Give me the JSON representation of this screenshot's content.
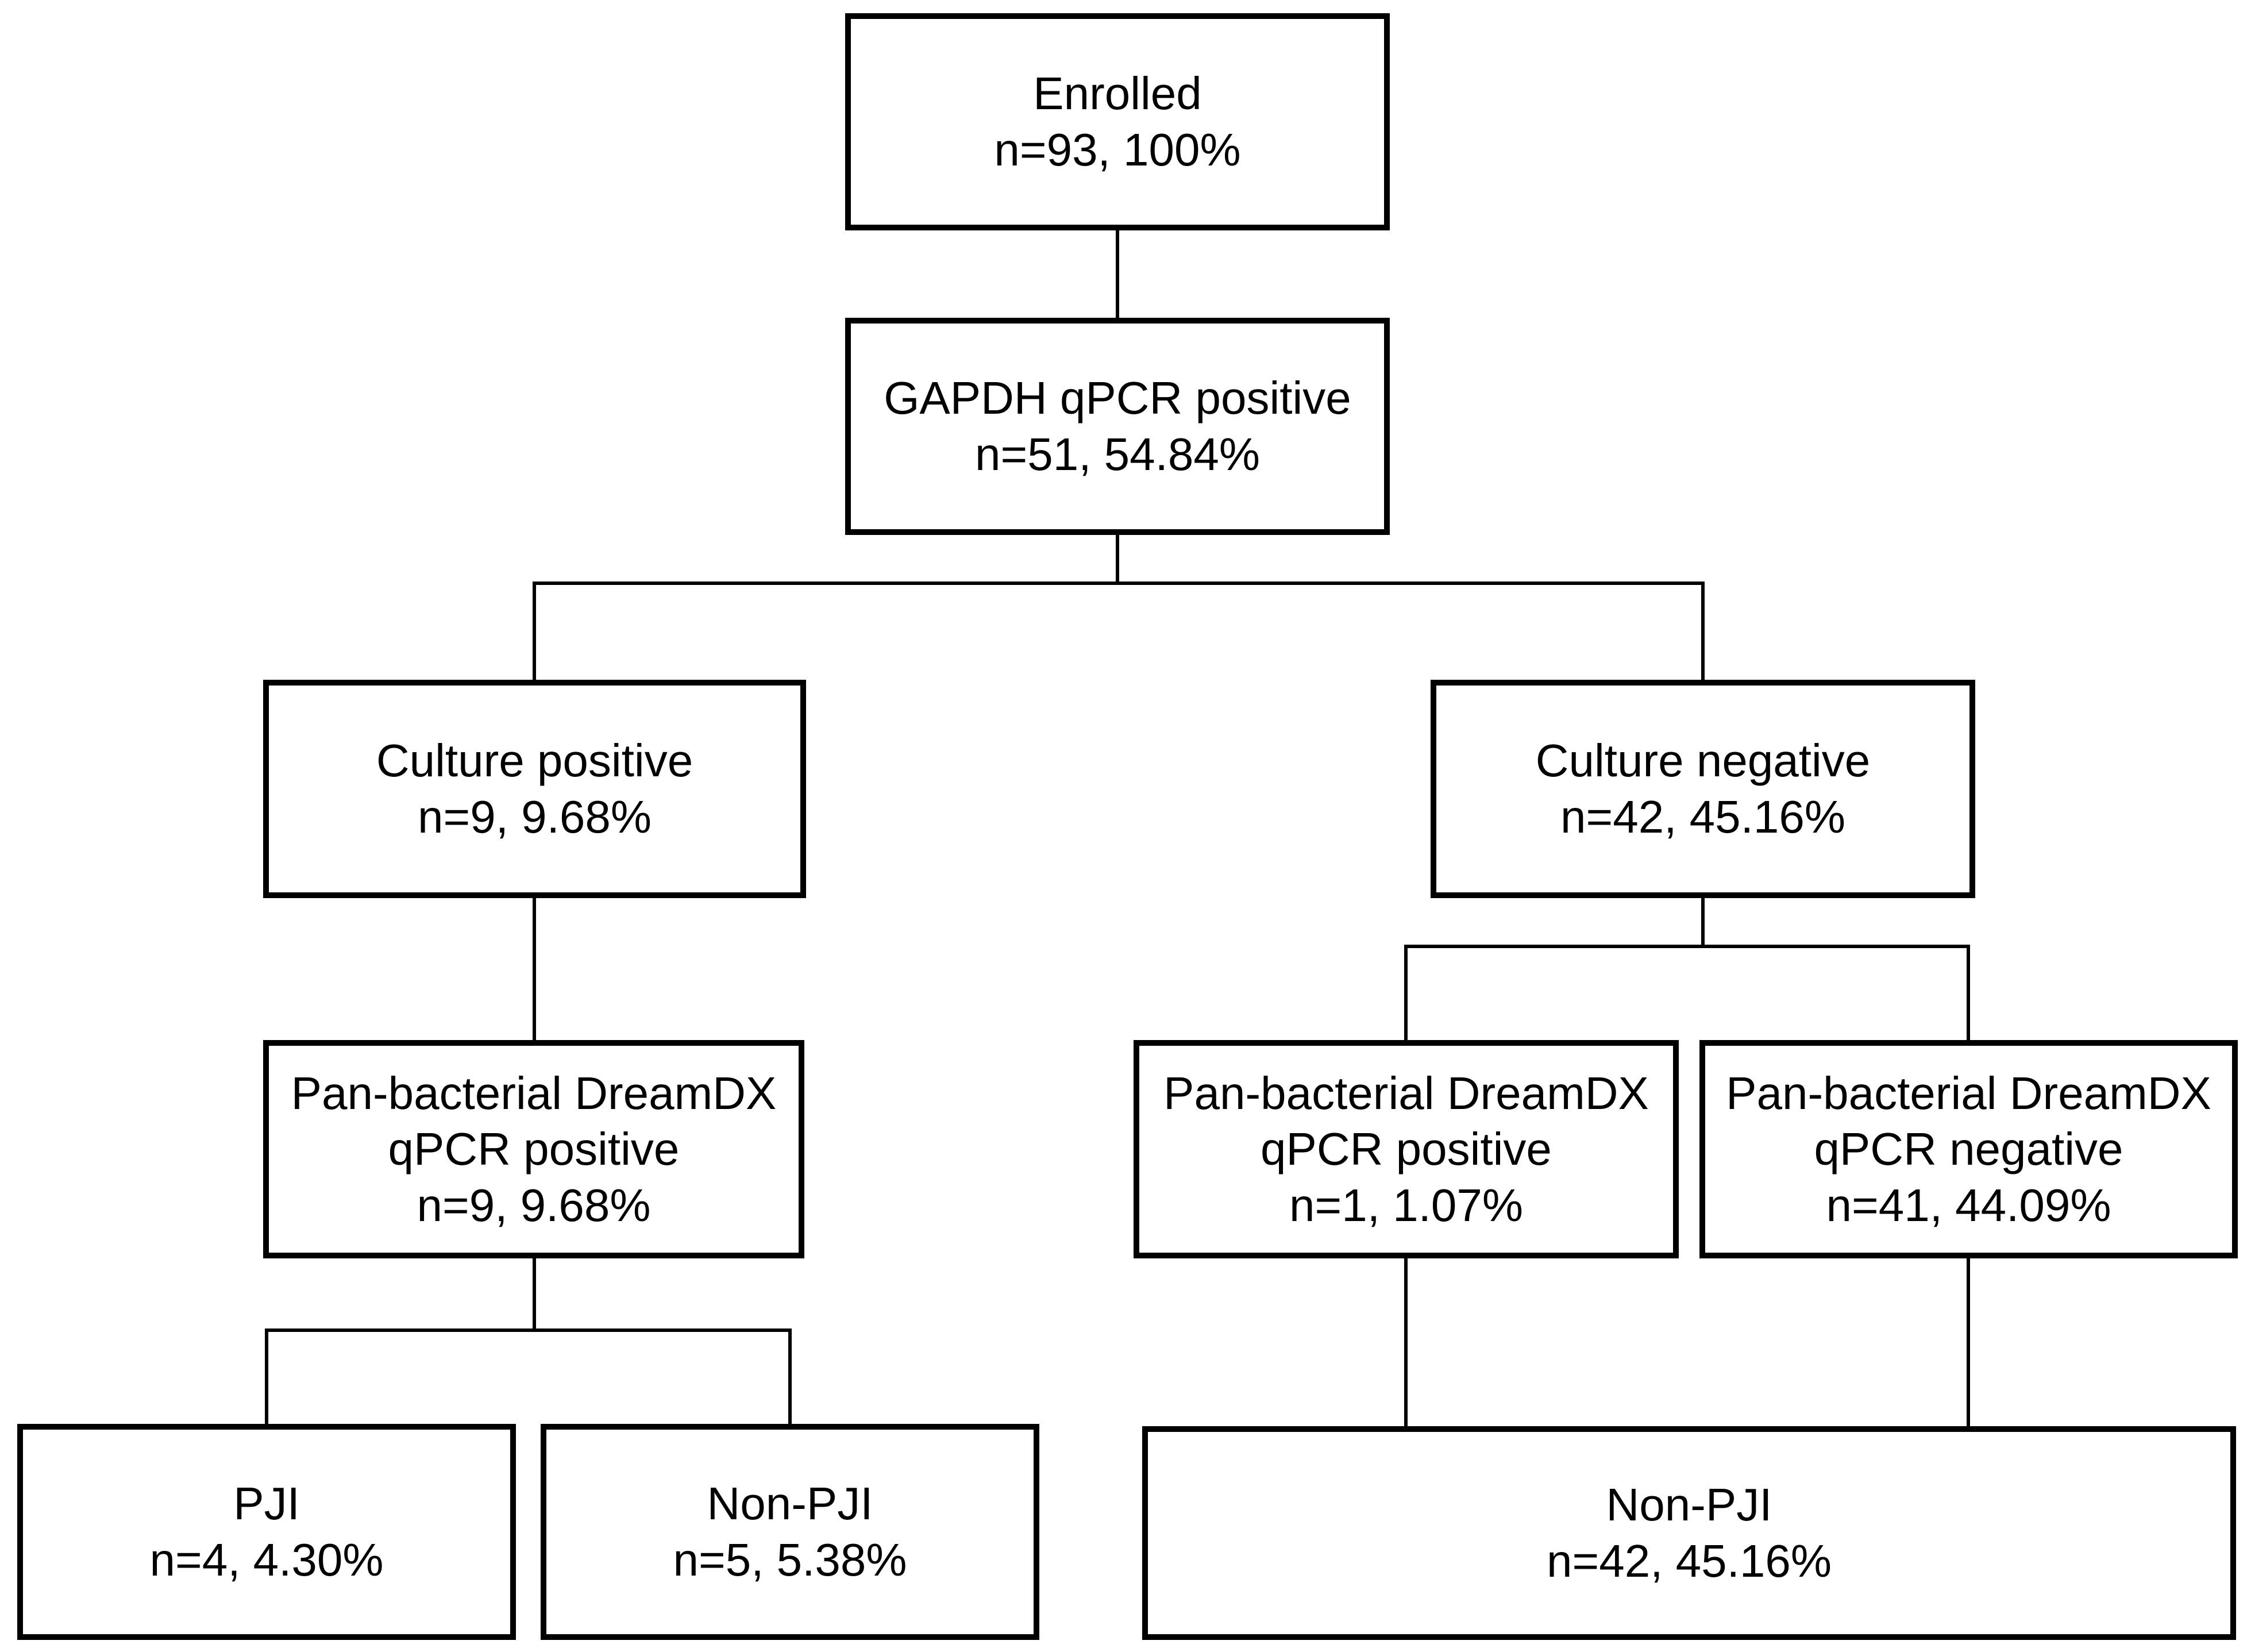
{
  "diagram": {
    "type": "flowchart",
    "colors": {
      "background": "#ffffff",
      "box_fill": "#ffffff",
      "box_border": "#000000",
      "text": "#000000",
      "connector": "#000000"
    },
    "nodes": {
      "enrolled": {
        "lines": [
          "Enrolled",
          "n=93, 100%"
        ]
      },
      "gapdh_positive": {
        "lines": [
          "GAPDH qPCR positive",
          "n=51, 54.84%"
        ]
      },
      "culture_positive": {
        "lines": [
          "Culture positive",
          "n=9, 9.68%"
        ]
      },
      "culture_negative": {
        "lines": [
          "Culture negative",
          "n=42, 45.16%"
        ]
      },
      "dreamdx_positive_cp": {
        "lines": [
          "Pan-bacterial DreamDX",
          "qPCR positive",
          "n=9, 9.68%"
        ]
      },
      "dreamdx_positive_cn": {
        "lines": [
          "Pan-bacterial DreamDX",
          "qPCR positive",
          "n=1, 1.07%"
        ]
      },
      "dreamdx_negative_cn": {
        "lines": [
          "Pan-bacterial DreamDX",
          "qPCR negative",
          "n=41, 44.09%"
        ]
      },
      "pji": {
        "lines": [
          "PJI",
          "n=4, 4.30%"
        ]
      },
      "non_pji_cp": {
        "lines": [
          "Non-PJI",
          "n=5, 5.38%"
        ]
      },
      "non_pji_cn": {
        "lines": [
          "Non-PJI",
          "n=42, 45.16%"
        ]
      }
    },
    "edges": [
      {
        "from": "enrolled",
        "to": "gapdh_positive"
      },
      {
        "from": "gapdh_positive",
        "to": "culture_positive"
      },
      {
        "from": "gapdh_positive",
        "to": "culture_negative"
      },
      {
        "from": "culture_positive",
        "to": "dreamdx_positive_cp"
      },
      {
        "from": "culture_negative",
        "to": "dreamdx_positive_cn"
      },
      {
        "from": "culture_negative",
        "to": "dreamdx_negative_cn"
      },
      {
        "from": "dreamdx_positive_cp",
        "to": "pji"
      },
      {
        "from": "dreamdx_positive_cp",
        "to": "non_pji_cp"
      },
      {
        "from": "dreamdx_positive_cn",
        "to": "non_pji_cn"
      },
      {
        "from": "dreamdx_negative_cn",
        "to": "non_pji_cn"
      }
    ]
  }
}
